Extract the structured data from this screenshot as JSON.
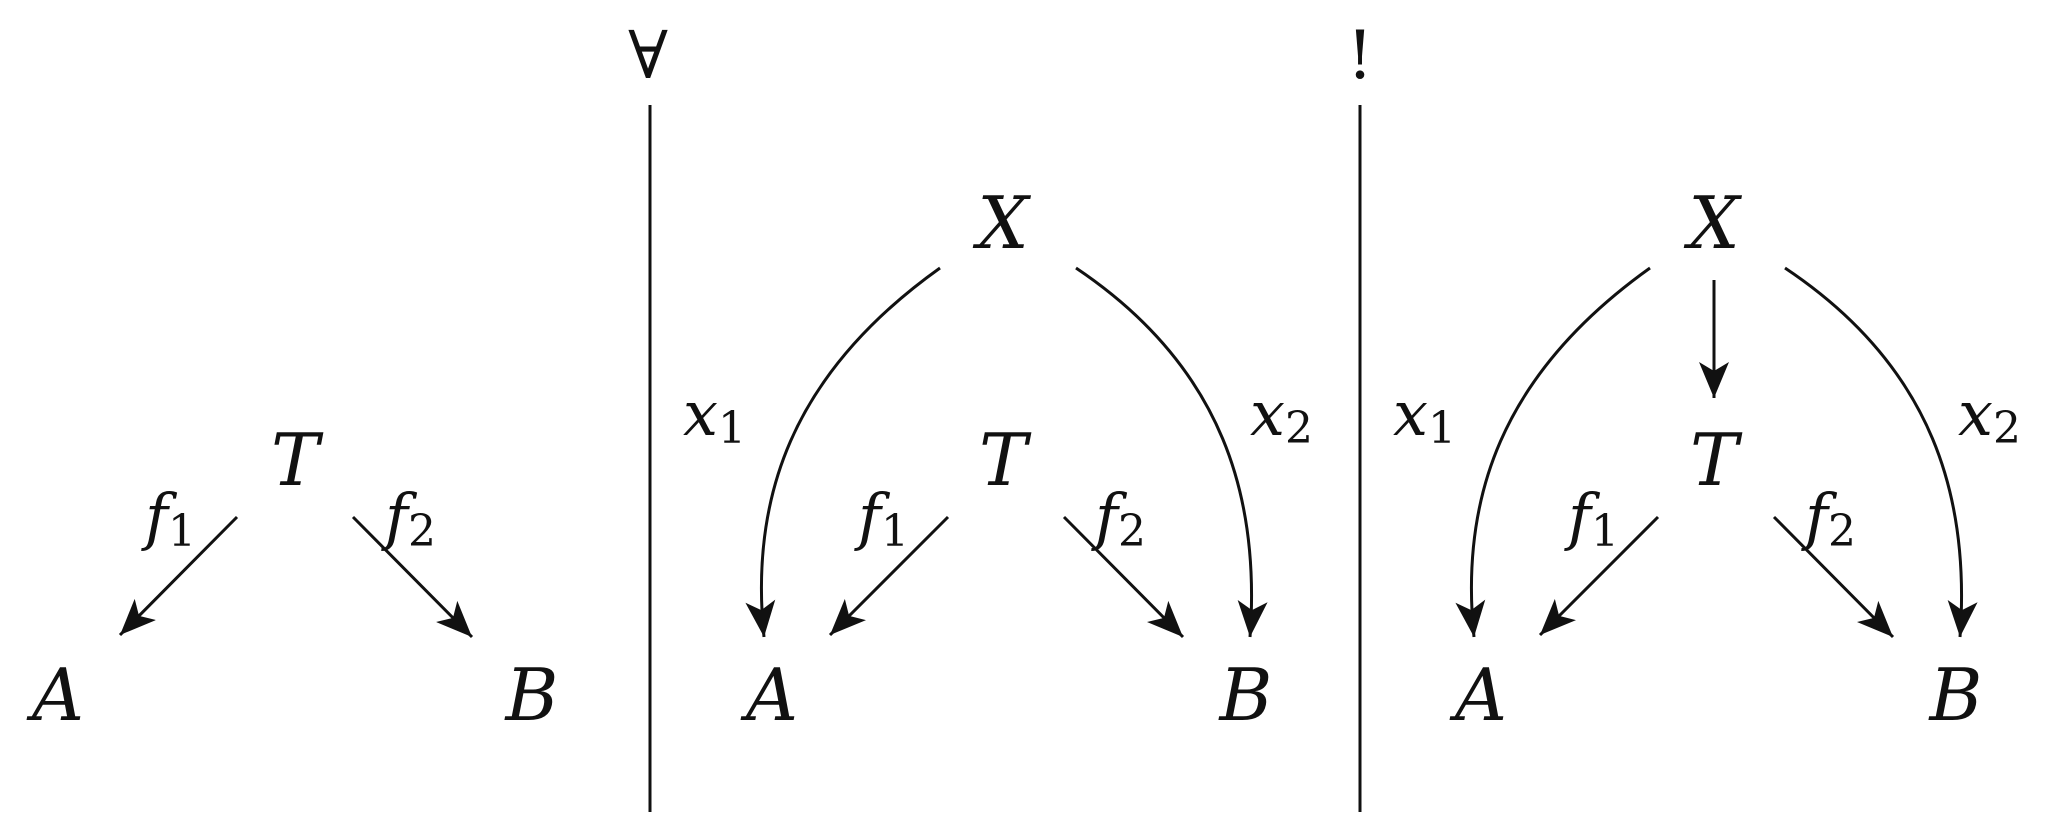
{
  "separators": [
    {
      "symbol": "∀"
    },
    {
      "symbol": "!"
    }
  ],
  "panels": [
    {
      "nodes": {
        "A": "A",
        "B": "B",
        "T": "T"
      },
      "edges": {
        "f1": {
          "base": "f",
          "sub": "1"
        },
        "f2": {
          "base": "f",
          "sub": "2"
        }
      }
    },
    {
      "nodes": {
        "A": "A",
        "B": "B",
        "T": "T",
        "X": "X"
      },
      "edges": {
        "f1": {
          "base": "f",
          "sub": "1"
        },
        "f2": {
          "base": "f",
          "sub": "2"
        },
        "x1": {
          "base": "x",
          "sub": "1"
        },
        "x2": {
          "base": "x",
          "sub": "2"
        }
      }
    },
    {
      "nodes": {
        "A": "A",
        "B": "B",
        "T": "T",
        "X": "X"
      },
      "edges": {
        "f1": {
          "base": "f",
          "sub": "1"
        },
        "f2": {
          "base": "f",
          "sub": "2"
        },
        "x1": {
          "base": "x",
          "sub": "1"
        },
        "x2": {
          "base": "x",
          "sub": "2"
        }
      }
    }
  ]
}
